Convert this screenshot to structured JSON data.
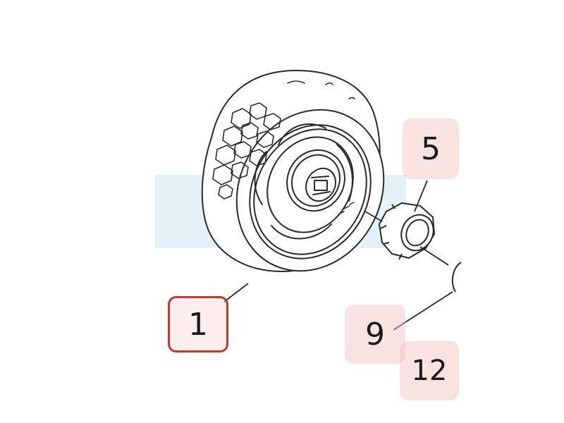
{
  "callouts": {
    "wheel": "1",
    "locknut": "5",
    "cap": "9",
    "washer": "12"
  },
  "colors": {
    "line": "#2a2a2a",
    "highlight_band": "#d9ecf5",
    "selected_border": "#c0392b",
    "callout_fill": "#f0bebe"
  }
}
